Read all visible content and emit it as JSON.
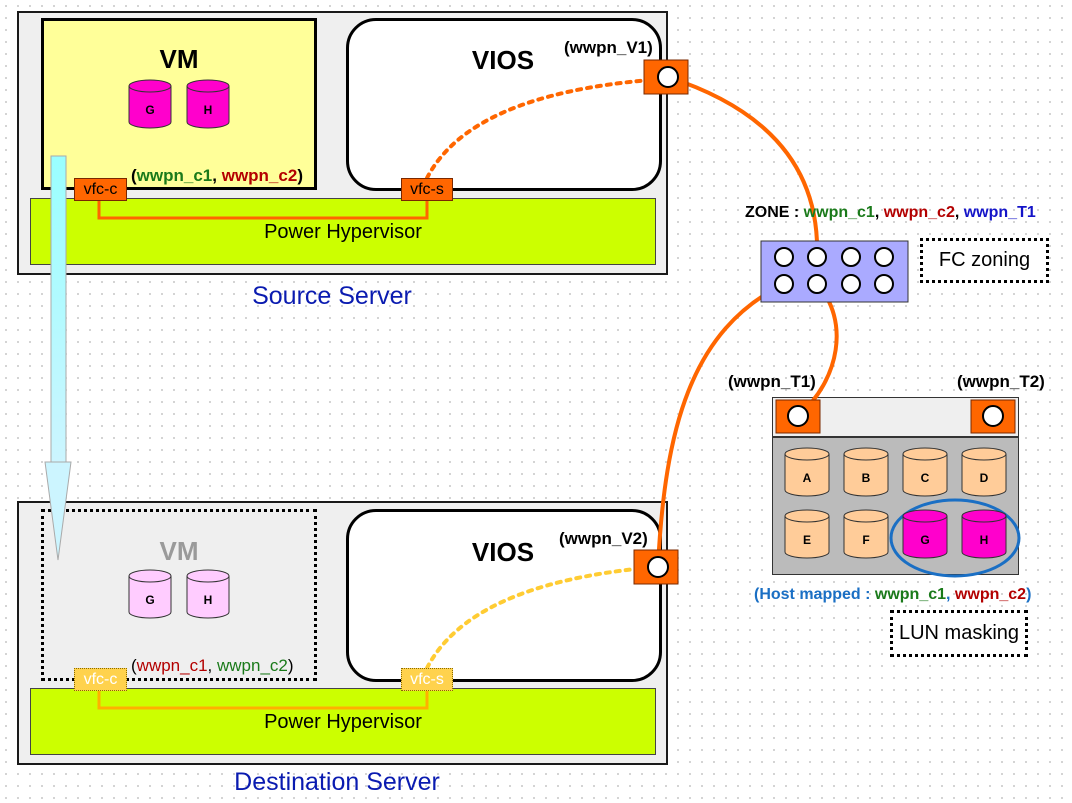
{
  "source": {
    "server_title": "Source Server",
    "vm_title": "VM",
    "vios_title": "VIOS",
    "hypervisor": "Power Hypervisor",
    "vfc_c": "vfc-c",
    "vfc_s": "vfc-s",
    "wwpn_open": "(",
    "wwpn_c1": "wwpn_c1",
    "sep": ", ",
    "wwpn_c2": "wwpn_c2",
    "wwpn_close": ")",
    "vios_port_label": "(wwpn_V1)",
    "disks": [
      "G",
      "H"
    ]
  },
  "destination": {
    "server_title": "Destination Server",
    "vm_title": "VM",
    "vios_title": "VIOS",
    "hypervisor": "Power Hypervisor",
    "vfc_c": "vfc-c",
    "vfc_s": "vfc-s",
    "wwpn_open": "(",
    "wwpn_c1": "wwpn_c1",
    "sep": ", ",
    "wwpn_c2": "wwpn_c2",
    "wwpn_close": ")",
    "vios_port_label": "(wwpn_V2)",
    "disks": [
      "G",
      "H"
    ]
  },
  "zone": {
    "prefix": "ZONE : ",
    "wwpn_c1": "wwpn_c1",
    "sep1": ", ",
    "wwpn_c2": "wwpn_c2",
    "sep2": ", ",
    "wwpn_t1": "wwpn_T1",
    "fc_zoning": "FC zoning"
  },
  "storage": {
    "port_t1": "(wwpn_T1)",
    "port_t2": "(wwpn_T2)",
    "disks_row1": [
      "A",
      "B",
      "C",
      "D"
    ],
    "disks_row2": [
      "E",
      "F",
      "G",
      "H"
    ],
    "host_mapped_prefix": "(Host mapped : ",
    "wwpn_c1": "wwpn_c1",
    "sep": ", ",
    "wwpn_c2": "wwpn_c2",
    "host_mapped_suffix": ")",
    "lun_masking": "LUN masking"
  },
  "colors": {
    "fc_cable": "#ff6600",
    "ghost_cable": "#ffcc33",
    "port": "#ff6600",
    "switch": "#aaaaff",
    "lun_disk": "#ffcc99",
    "mapped_disk": "#ff00cc",
    "ghost_disk": "#ffccff",
    "hypervisor": "#ccff00",
    "vm": "#ffff99",
    "migration_arrow": "#99ffff"
  },
  "icons": {
    "disk": "cylinder-disk-icon",
    "port": "fc-port-icon",
    "switch": "fc-switch-icon",
    "arrow": "migration-arrow-icon"
  }
}
